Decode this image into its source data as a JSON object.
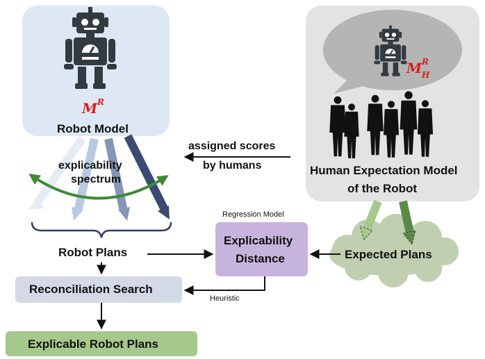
{
  "robot_model": {
    "symbol": "M",
    "symbol_sup": "R",
    "label": "Robot Model"
  },
  "human_model": {
    "symbol": "M",
    "symbol_sup": "R",
    "symbol_sub": "H",
    "label_line1": "Human Expectation Model",
    "label_line2": "of the Robot"
  },
  "spectrum": {
    "line1": "explicability",
    "line2": "spectrum"
  },
  "feedback": {
    "line1": "assigned scores",
    "line2": "by humans"
  },
  "robot_plans": {
    "label": "Robot Plans"
  },
  "regression": {
    "caption": "Regression Model"
  },
  "distance": {
    "line1": "Explicability",
    "line2": "Distance"
  },
  "expected_plans": {
    "label": "Expected Plans"
  },
  "reconciliation": {
    "label": "Reconciliation Search"
  },
  "heuristic": {
    "label": "Heuristic"
  },
  "explicable": {
    "label": "Explicable Robot Plans"
  },
  "colors": {
    "robot_bg": "#dde8f4",
    "human_bg": "#e3e3e3",
    "bubble": "#b5b5b5",
    "distance_box": "#c7b4dc",
    "recon_box": "#d4d9e6",
    "explicable_box": "#a5c98c",
    "cloud": "#bfcfb0",
    "accent_red": "#d81e1e",
    "green_arrow": "#3f8a38"
  }
}
